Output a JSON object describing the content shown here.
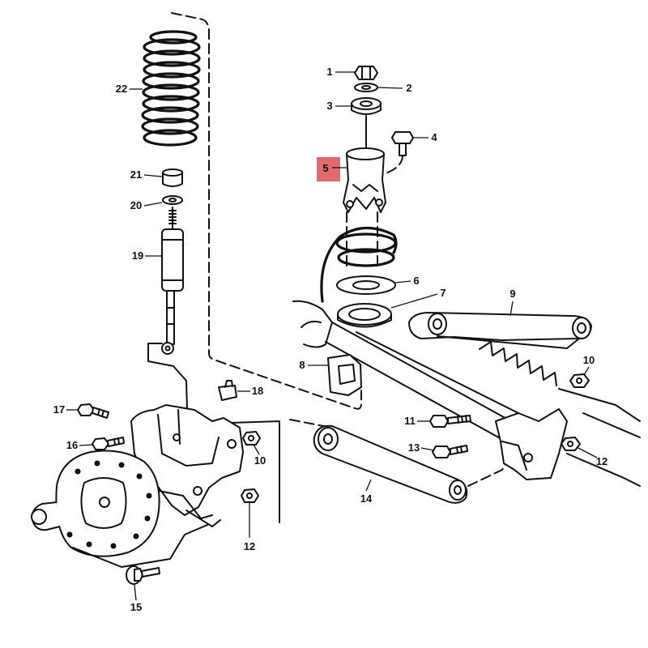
{
  "diagram": {
    "highlight_color": "#e26a6a",
    "callouts": [
      {
        "label": "1"
      },
      {
        "label": "2"
      },
      {
        "label": "3"
      },
      {
        "label": "4"
      },
      {
        "label": "5"
      },
      {
        "label": "6"
      },
      {
        "label": "7"
      },
      {
        "label": "8"
      },
      {
        "label": "9"
      },
      {
        "label": "10"
      },
      {
        "label": "10"
      },
      {
        "label": "11"
      },
      {
        "label": "12"
      },
      {
        "label": "12"
      },
      {
        "label": "13"
      },
      {
        "label": "14"
      },
      {
        "label": "15"
      },
      {
        "label": "16"
      },
      {
        "label": "17"
      },
      {
        "label": "18"
      },
      {
        "label": "19"
      },
      {
        "label": "20"
      },
      {
        "label": "21"
      },
      {
        "label": "22"
      }
    ]
  }
}
